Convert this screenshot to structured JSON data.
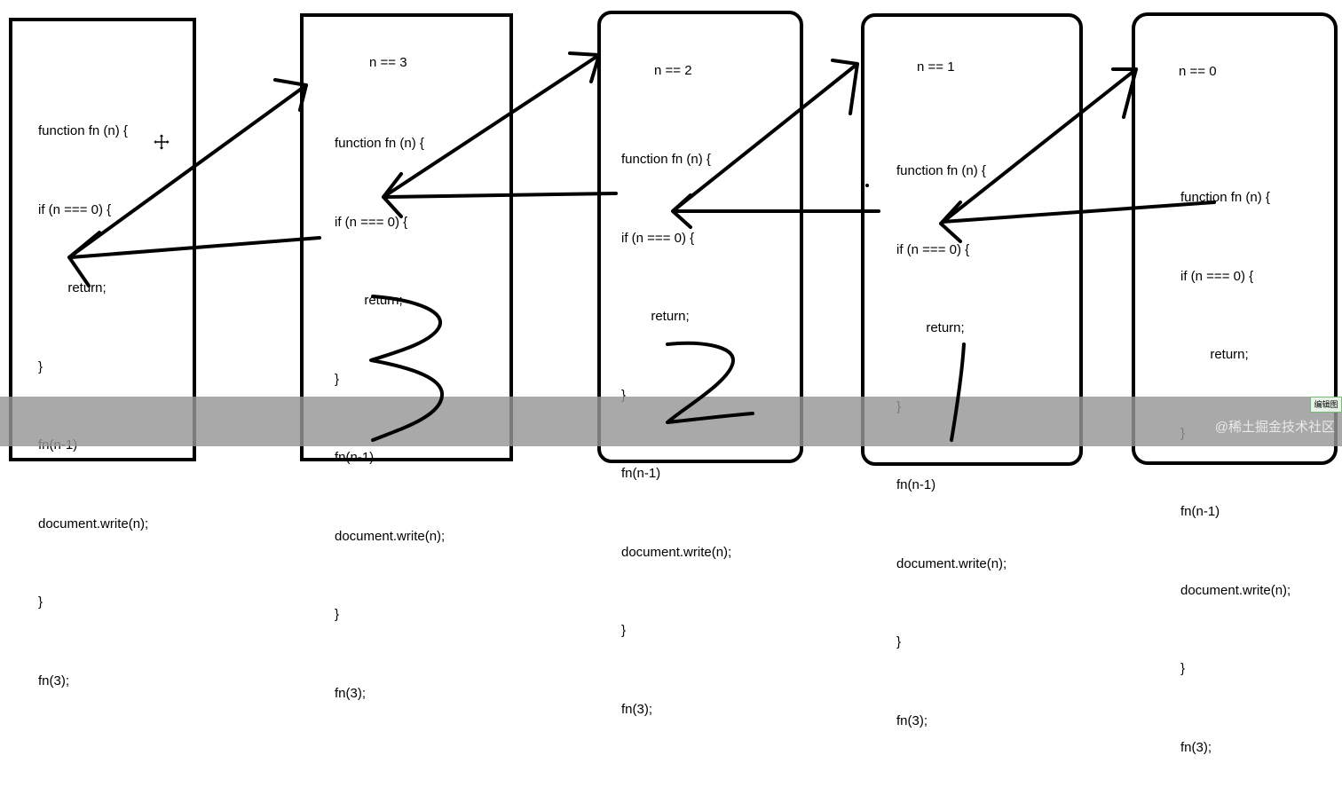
{
  "frames": [
    {
      "condition": "",
      "lines": [
        "function fn (n) {",
        "if (n === 0) {",
        "        return;",
        "}",
        "fn(n-1)",
        "document.write(n);",
        "}",
        "fn(3);"
      ]
    },
    {
      "condition": "n == 3",
      "lines": [
        "function fn (n) {",
        "if (n === 0) {",
        "        return;",
        "}",
        "fn(n-1)",
        "document.write(n);",
        "}",
        "fn(3);"
      ]
    },
    {
      "condition": "n == 2",
      "lines": [
        "function fn (n) {",
        "if (n === 0) {",
        "        return;",
        "}",
        "fn(n-1)",
        "document.write(n);",
        "}",
        "fn(3);"
      ]
    },
    {
      "condition": "n == 1",
      "lines": [
        "function fn (n) {",
        "if (n === 0) {",
        "        return;",
        "}",
        "fn(n-1)",
        "document.write(n);",
        "}",
        "fn(3);"
      ]
    },
    {
      "condition": "n == 0",
      "lines": [
        "function fn (n) {",
        "if (n === 0) {",
        "        return;",
        "}",
        "fn(n-1)",
        "document.write(n);",
        "}",
        "fn(3);"
      ]
    }
  ],
  "handwritten_outputs": [
    "3",
    "2",
    "1"
  ],
  "watermark": "@稀土掘金技术社区",
  "edit_badge": "编辑图"
}
